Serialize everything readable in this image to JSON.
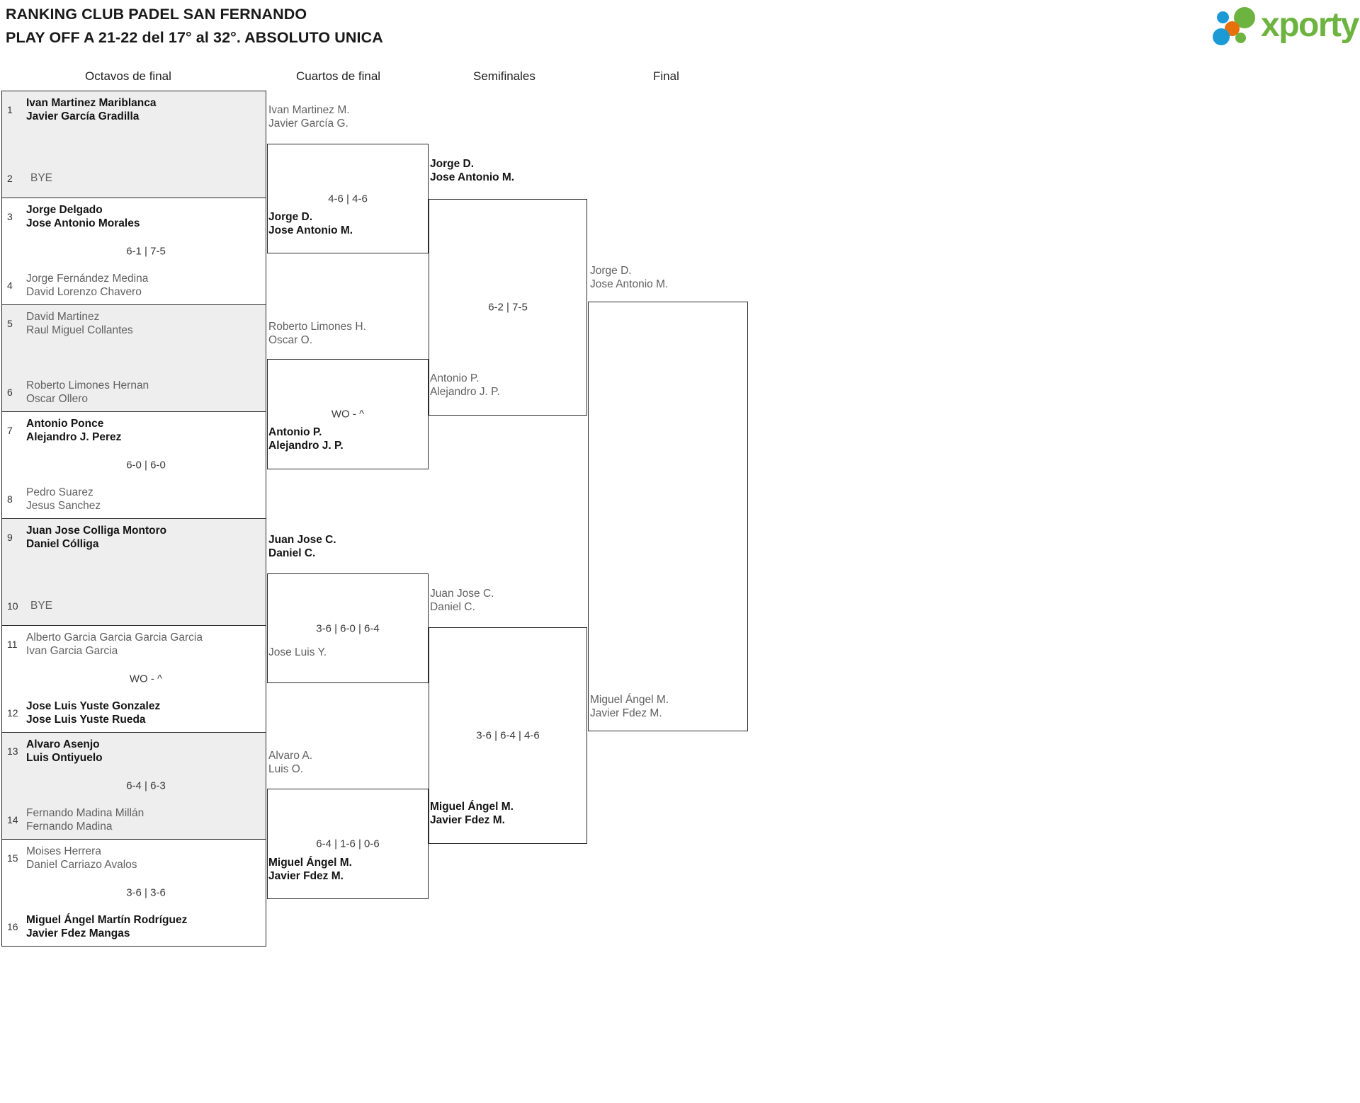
{
  "header": {
    "title_line1": "RANKING CLUB PADEL SAN FERNANDO",
    "title_line2": "PLAY OFF A 21-22 del 17° al 32°. ABSOLUTO UNICA"
  },
  "brand": {
    "name": "xporty",
    "colors": {
      "green": "#6cb33f",
      "blue": "#1b9ad6",
      "orange": "#e8700a"
    }
  },
  "rounds": [
    {
      "label": "Octavos de final"
    },
    {
      "label": "Cuartos de final"
    },
    {
      "label": "Semifinales"
    },
    {
      "label": "Final"
    }
  ],
  "round1": {
    "matches": [
      {
        "shaded": true,
        "score": "",
        "top": {
          "seed": "1",
          "names": [
            "Ivan Martinez Mariblanca",
            "Javier García Gradilla"
          ],
          "winner": true,
          "bye": false
        },
        "bottom": {
          "seed": "2",
          "names": [
            "BYE"
          ],
          "winner": false,
          "bye": true
        }
      },
      {
        "shaded": false,
        "score": "6-1 | 7-5",
        "top": {
          "seed": "3",
          "names": [
            "Jorge Delgado",
            "Jose Antonio Morales"
          ],
          "winner": true,
          "bye": false
        },
        "bottom": {
          "seed": "4",
          "names": [
            "Jorge Fernández Medina",
            "David Lorenzo Chavero"
          ],
          "winner": false,
          "bye": false
        }
      },
      {
        "shaded": true,
        "score": "",
        "top": {
          "seed": "5",
          "names": [
            "David Martinez",
            "Raul Miguel Collantes"
          ],
          "winner": false,
          "bye": false
        },
        "bottom": {
          "seed": "6",
          "names": [
            "Roberto Limones Hernan",
            "Oscar Ollero"
          ],
          "winner": false,
          "bye": false
        }
      },
      {
        "shaded": false,
        "score": "6-0 | 6-0",
        "top": {
          "seed": "7",
          "names": [
            "Antonio Ponce",
            "Alejandro J. Perez"
          ],
          "winner": true,
          "bye": false
        },
        "bottom": {
          "seed": "8",
          "names": [
            "Pedro Suarez",
            "Jesus Sanchez"
          ],
          "winner": false,
          "bye": false
        }
      },
      {
        "shaded": true,
        "score": "",
        "top": {
          "seed": "9",
          "names": [
            "Juan Jose Colliga Montoro",
            "Daniel Cólliga"
          ],
          "winner": true,
          "bye": false
        },
        "bottom": {
          "seed": "10",
          "names": [
            "BYE"
          ],
          "winner": false,
          "bye": true
        }
      },
      {
        "shaded": false,
        "score": "WO - ^",
        "top": {
          "seed": "11",
          "names": [
            "Alberto Garcia Garcia Garcia Garcia",
            "Ivan Garcia Garcia"
          ],
          "winner": false,
          "bye": false
        },
        "bottom": {
          "seed": "12",
          "names": [
            "Jose Luis Yuste Gonzalez",
            "Jose Luis Yuste Rueda"
          ],
          "winner": true,
          "bye": false
        }
      },
      {
        "shaded": true,
        "score": "6-4 | 6-3",
        "top": {
          "seed": "13",
          "names": [
            "Alvaro Asenjo",
            "Luis Ontiyuelo"
          ],
          "winner": true,
          "bye": false
        },
        "bottom": {
          "seed": "14",
          "names": [
            "Fernando Madina Millán",
            "Fernando Madina"
          ],
          "winner": false,
          "bye": false
        }
      },
      {
        "shaded": false,
        "score": "3-6 | 3-6",
        "top": {
          "seed": "15",
          "names": [
            "Moises Herrera",
            "Daniel Carriazo Avalos"
          ],
          "winner": false,
          "bye": false
        },
        "bottom": {
          "seed": "16",
          "names": [
            "Miguel Ángel Martín Rodríguez",
            "Javier Fdez Mangas"
          ],
          "winner": true,
          "bye": false
        }
      }
    ]
  },
  "round2": {
    "matches": [
      {
        "score": "4-6 | 4-6",
        "top": {
          "names": [
            "Ivan Martinez M.",
            "Javier García G."
          ],
          "winner": false
        },
        "bottom": {
          "names": [
            "Jorge D.",
            "Jose Antonio M."
          ],
          "winner": true
        }
      },
      {
        "score": "WO - ^",
        "top": {
          "names": [
            "Roberto Limones H.",
            "Oscar O."
          ],
          "winner": false
        },
        "bottom": {
          "names": [
            "Antonio P.",
            "Alejandro J. P."
          ],
          "winner": true
        }
      },
      {
        "score": "3-6 | 6-0 | 6-4",
        "top": {
          "names": [
            "Juan Jose C.",
            "Daniel C."
          ],
          "winner": true
        },
        "bottom": {
          "names": [
            "Jose Luis Y."
          ],
          "winner": false
        }
      },
      {
        "score": "6-4 | 1-6 | 0-6",
        "top": {
          "names": [
            "Alvaro A.",
            "Luis O."
          ],
          "winner": false
        },
        "bottom": {
          "names": [
            "Miguel Ángel M.",
            "Javier Fdez M."
          ],
          "winner": true
        }
      }
    ]
  },
  "round3": {
    "matches": [
      {
        "score": "6-2 | 7-5",
        "top": {
          "names": [
            "Jorge D.",
            "Jose Antonio M."
          ],
          "winner": true
        },
        "bottom": {
          "names": [
            "Antonio P.",
            "Alejandro J. P."
          ],
          "winner": false
        }
      },
      {
        "score": "3-6 | 6-4 | 4-6",
        "top": {
          "names": [
            "Juan Jose C.",
            "Daniel C."
          ],
          "winner": false
        },
        "bottom": {
          "names": [
            "Miguel Ángel M.",
            "Javier Fdez M."
          ],
          "winner": true
        }
      }
    ]
  },
  "round4": {
    "matches": [
      {
        "score": "",
        "top": {
          "names": [
            "Jorge D.",
            "Jose Antonio M."
          ],
          "winner": false
        },
        "bottom": {
          "names": [
            "Miguel Ángel M.",
            "Javier Fdez M."
          ],
          "winner": false
        }
      }
    ]
  }
}
